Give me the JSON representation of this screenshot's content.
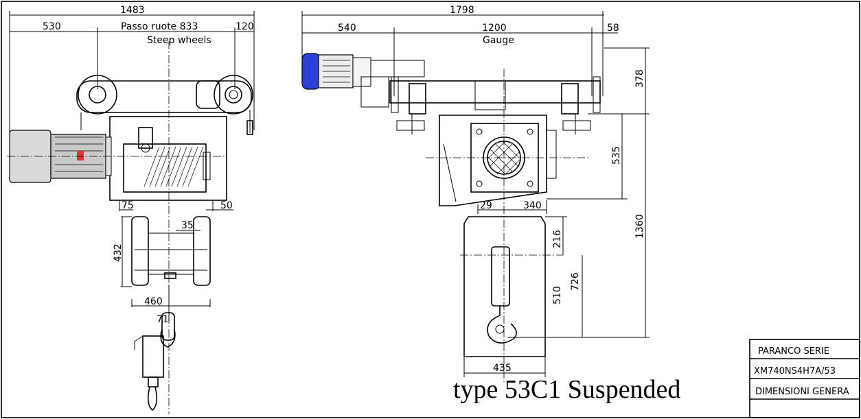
{
  "left_view": {
    "overall_width": "1483",
    "dim_left": "530",
    "wheel_base_label": "Passo ruote 833",
    "wheel_base_en": "Steep wheels",
    "dim_right": "120",
    "offset_75": "75",
    "offset_50": "50",
    "offset_35": "35",
    "height_432": "432",
    "width_460": "460",
    "dim_71": "71"
  },
  "right_view": {
    "overall_width": "1798",
    "dim_left": "540",
    "gauge_value": "1200",
    "gauge_label": "Gauge",
    "dim_right": "58",
    "height_378": "378",
    "height_535": "535",
    "height_1360": "1360",
    "dim_29": "29",
    "dim_340": "340",
    "height_216": "216",
    "height_726": "726",
    "height_510": "510",
    "width_435": "435"
  },
  "caption": "type 53C1 Suspended",
  "title_block": {
    "series": "PARANCO SERIE",
    "code": "XM740NS4H7A/53",
    "description": "DIMENSIONI GENERA"
  },
  "colors": {
    "motor_blue": "#2c3fd6",
    "motor_red_mark": "#d43a3a"
  }
}
